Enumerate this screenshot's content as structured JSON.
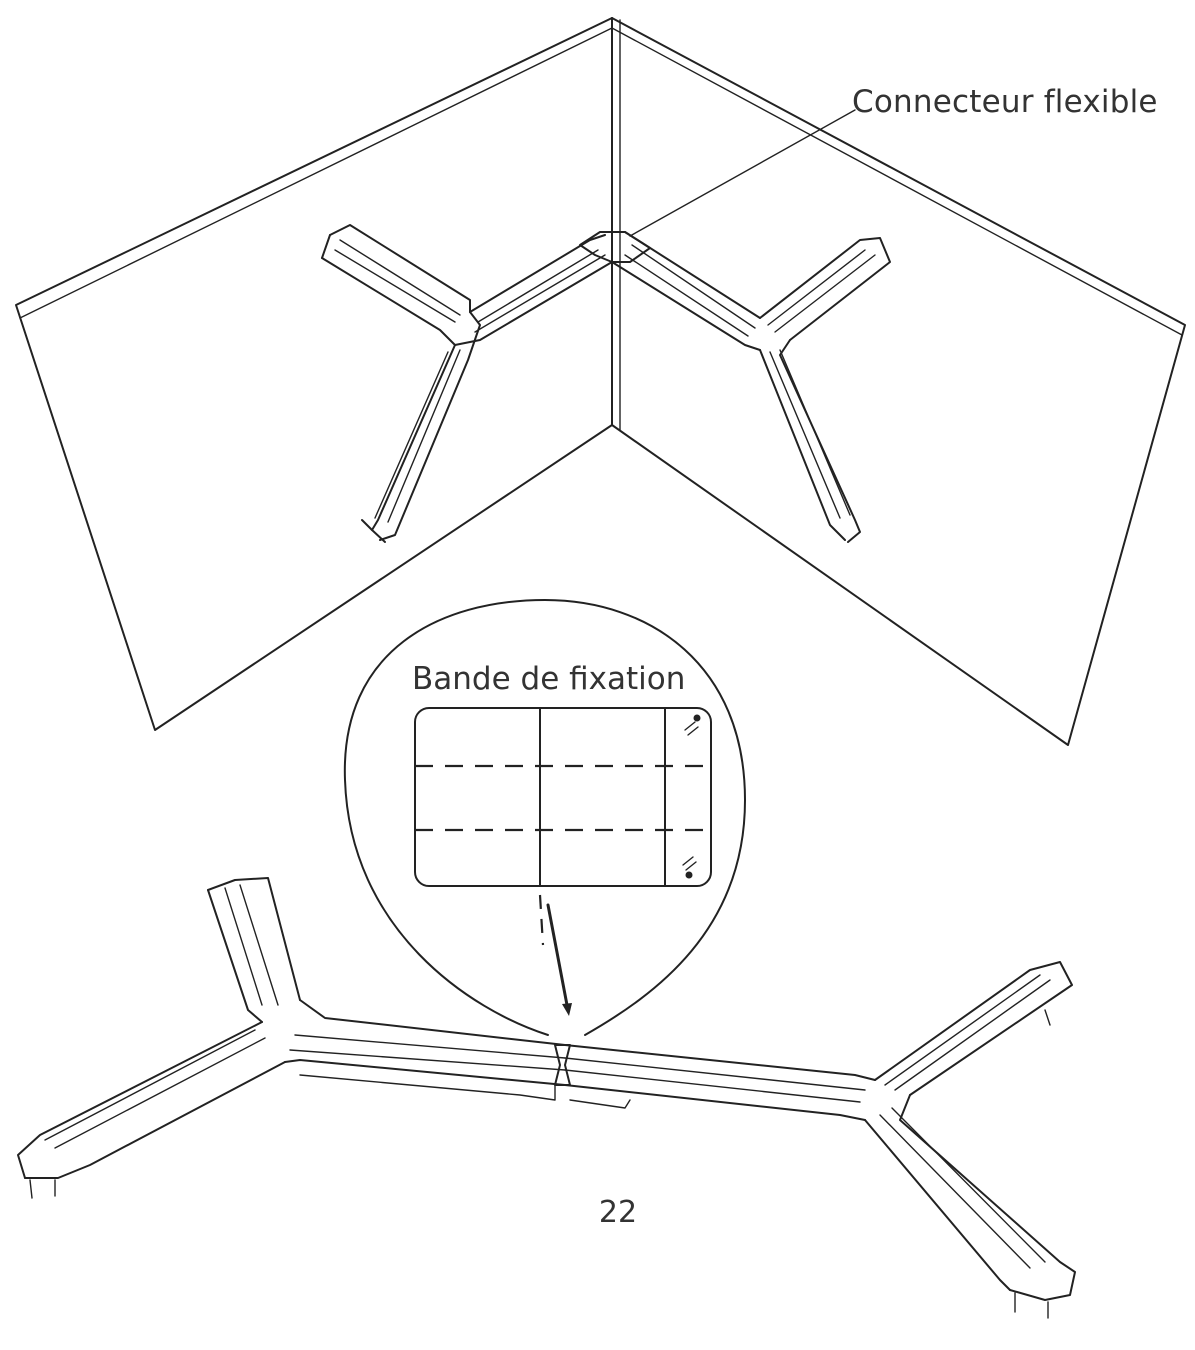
{
  "labels": {
    "flexible_connector": "Connecteur flexible",
    "fixing_strip": "Bande de fixation"
  },
  "page": {
    "number": "22"
  }
}
